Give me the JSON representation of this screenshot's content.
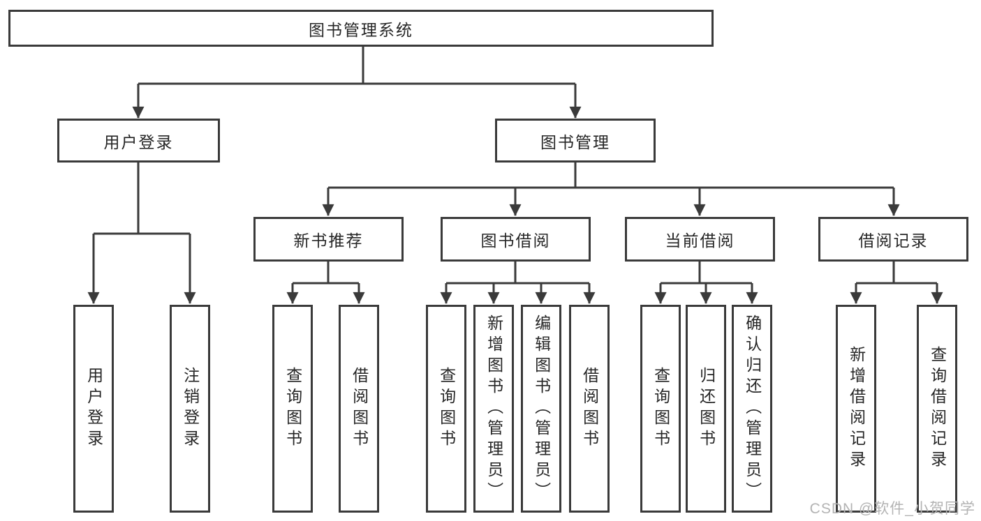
{
  "diagram": {
    "root": {
      "label": "图书管理系统"
    },
    "branches": {
      "user_login": {
        "label": "用户登录",
        "children": {
          "login": "用户登录",
          "logout": "注销登录"
        }
      },
      "book_management": {
        "label": "图书管理",
        "sections": {
          "new_book_recommend": {
            "label": "新书推荐",
            "children": {
              "query_book": "查询图书",
              "borrow_book": "借阅图书"
            }
          },
          "book_borrow": {
            "label": "图书借阅",
            "children": {
              "query_book": "查询图书",
              "add_book": "新增图书（管理员）",
              "edit_book": "编辑图书（管理员）",
              "borrow_book": "借阅图书"
            }
          },
          "current_borrow": {
            "label": "当前借阅",
            "children": {
              "query_book": "查询图书",
              "return_book": "归还图书",
              "confirm_return": "确认归还（管理员）"
            }
          },
          "borrow_records": {
            "label": "借阅记录",
            "children": {
              "add_record": "新增借阅记录",
              "query_record": "查询借阅记录"
            }
          }
        }
      }
    }
  },
  "watermark": {
    "text": "CSDN @软件_小贺同学"
  },
  "colors": {
    "line": "#3a3a3a",
    "text": "#262626",
    "watermark": "#b3b3b3",
    "background": "#ffffff"
  }
}
